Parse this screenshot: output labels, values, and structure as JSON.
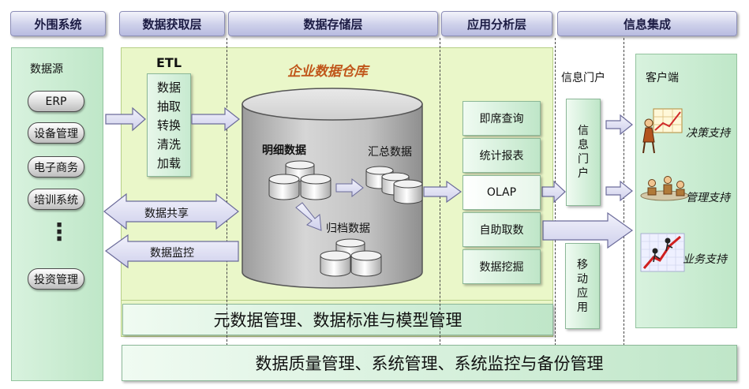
{
  "headers": {
    "external": "外围系统",
    "acquisition": "数据获取层",
    "storage": "数据存储层",
    "analysis": "应用分析层",
    "integration": "信息集成"
  },
  "external": {
    "title": "数据源",
    "sources": [
      "ERP",
      "设备管理",
      "电子商务",
      "培训系统"
    ],
    "ellipsis": "⋮",
    "last_source": "投资管理"
  },
  "etl": {
    "title": "ETL",
    "steps": [
      "数据",
      "抽取",
      "转换",
      "清洗",
      "加载"
    ]
  },
  "warehouse": {
    "title": "企业数据仓库",
    "detail": "明细数据",
    "summary": "汇总数据",
    "archive": "归档数据"
  },
  "exchange": {
    "sharing": "数据共享",
    "monitoring": "数据监控"
  },
  "analysis": {
    "items": [
      "即席查询",
      "统计报表",
      "OLAP",
      "自助取数",
      "数据挖掘"
    ]
  },
  "portal": {
    "title": "信息门户",
    "box": "信息门户",
    "mobile": "移动应用"
  },
  "client": {
    "title": "客户端",
    "items": [
      "决策支持",
      "管理支持",
      "业务支持"
    ]
  },
  "footer": {
    "metadata": "元数据管理、数据标准与模型管理",
    "quality": "数据质量管理、系统管理、系统监控与备份管理"
  },
  "colors": {
    "header_bg": "#c9cce8",
    "panel_green": "#c8ecd0",
    "main_panel": "#eaf7c9",
    "arrow_fill": "#dcdcf2",
    "warehouse_title": "#c0561a"
  }
}
